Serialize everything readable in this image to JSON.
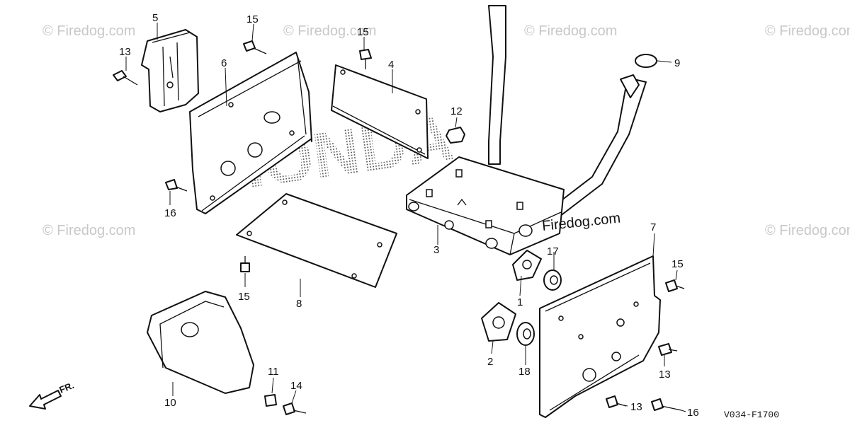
{
  "watermark_text": "© Firedog.com",
  "brand_text": "Firedog.com",
  "background_logo_text": "HONDA",
  "diagram_code": "V034-F1700",
  "direction_label": "FR.",
  "callouts": {
    "c1": "1",
    "c2": "2",
    "c3": "3",
    "c4": "4",
    "c5": "5",
    "c6": "6",
    "c7": "7",
    "c8": "8",
    "c9": "9",
    "c10": "10",
    "c11": "11",
    "c12": "12",
    "c13a": "13",
    "c13b": "13",
    "c13c": "13",
    "c14": "14",
    "c15a": "15",
    "c15b": "15",
    "c15c": "15",
    "c15d": "15",
    "c16a": "16",
    "c16b": "16",
    "c17": "17",
    "c18": "18"
  }
}
